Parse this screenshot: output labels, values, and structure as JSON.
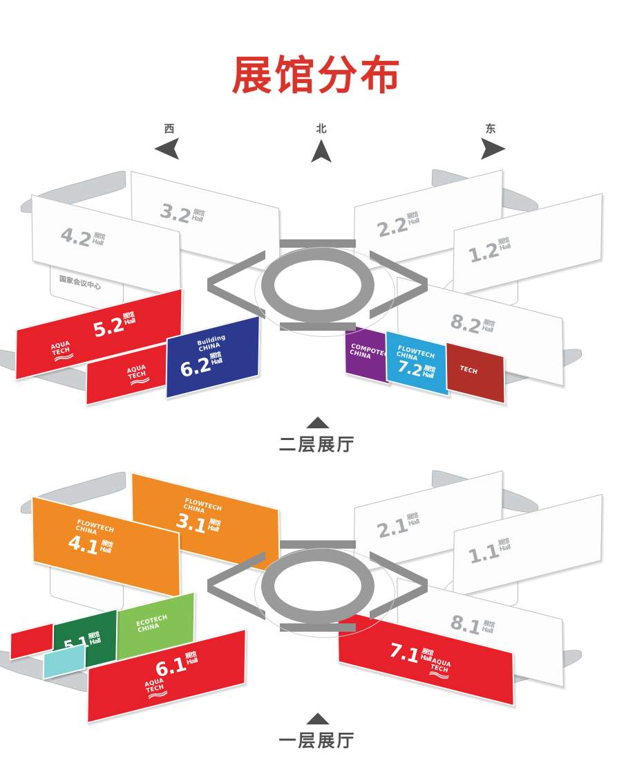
{
  "page": {
    "title": "展馆分布",
    "title_color": "#d8342c",
    "background": "#ffffff"
  },
  "compass": {
    "west": {
      "label": "西",
      "icon": "arrow-left-icon"
    },
    "north": {
      "label": "北",
      "icon": "arrow-up-icon"
    },
    "east": {
      "label": "东",
      "icon": "arrow-right-icon"
    }
  },
  "hall_suffix": {
    "cn": "展馆",
    "en": "Hall"
  },
  "landmarks": {
    "national_convention_center": "国家会议中心"
  },
  "floors": [
    {
      "id": "floor-2",
      "caption": "二层展厅",
      "caption_icon": "triangle-up-icon",
      "halls": [
        {
          "id": "3.2",
          "number": "3.2",
          "color": "#fdfdfd",
          "text_color": "#a7abae",
          "brand": "",
          "type": "plain"
        },
        {
          "id": "4.2",
          "number": "4.2",
          "color": "#fdfdfd",
          "text_color": "#a7abae",
          "brand": "",
          "type": "plain"
        },
        {
          "id": "2.2",
          "number": "2.2",
          "color": "#fdfdfd",
          "text_color": "#a7abae",
          "brand": "",
          "type": "plain"
        },
        {
          "id": "1.2",
          "number": "1.2",
          "color": "#fdfdfd",
          "text_color": "#a7abae",
          "brand": "",
          "type": "plain"
        },
        {
          "id": "8.2",
          "number": "8.2",
          "color": "#fdfdfd",
          "text_color": "#a7abae",
          "brand": "",
          "type": "plain"
        },
        {
          "id": "5.2",
          "number": "5.2",
          "color": "#e62129",
          "text_color": "#ffffff",
          "brand": "AQUA TECH",
          "brand_l1": "AQUA",
          "brand_l2": "TECH",
          "type": "brand"
        },
        {
          "id": "5.2b",
          "number": "",
          "color": "#e62129",
          "text_color": "#ffffff",
          "brand": "AQUA TECH",
          "brand_l1": "AQUA",
          "brand_l2": "TECH",
          "type": "brand"
        },
        {
          "id": "6.2",
          "number": "6.2",
          "color": "#2b3a8f",
          "text_color": "#ffffff",
          "brand": "Building China",
          "brand_l1": "Building",
          "brand_l2": "CHINA",
          "type": "brand"
        },
        {
          "id": "7.2-compotech",
          "number": "",
          "color": "#7b2a8c",
          "text_color": "#ffffff",
          "brand": "COMPOTECH CHINA",
          "brand_l1": "COMPOTECH",
          "brand_l2": "CHINA",
          "type": "brand"
        },
        {
          "id": "7.2",
          "number": "7.2",
          "color": "#2aa3d8",
          "text_color": "#ffffff",
          "brand": "FLOWTECH CHINA",
          "brand_l1": "FLOWTECH",
          "brand_l2": "CHINA",
          "type": "brand"
        },
        {
          "id": "7.2-dark",
          "number": "",
          "color": "#b03029",
          "text_color": "#ffffff",
          "brand": "TECH",
          "brand_l1": "TECH",
          "brand_l2": "",
          "type": "brand"
        }
      ]
    },
    {
      "id": "floor-1",
      "caption": "一层展厅",
      "caption_icon": "triangle-up-icon",
      "halls": [
        {
          "id": "3.1",
          "number": "3.1",
          "color": "#ef8a24",
          "text_color": "#ffffff",
          "brand": "FLOWTECH CHINA",
          "brand_l1": "FLOWTECH",
          "brand_l2": "CHINA",
          "type": "brand"
        },
        {
          "id": "4.1",
          "number": "4.1",
          "color": "#ef8a24",
          "text_color": "#ffffff",
          "brand": "FLOWTECH CHINA",
          "brand_l1": "FLOWTECH",
          "brand_l2": "CHINA",
          "type": "brand"
        },
        {
          "id": "2.1",
          "number": "2.1",
          "color": "#fdfdfd",
          "text_color": "#a7abae",
          "brand": "",
          "type": "plain"
        },
        {
          "id": "1.1",
          "number": "1.1",
          "color": "#fdfdfd",
          "text_color": "#a7abae",
          "brand": "",
          "type": "plain"
        },
        {
          "id": "8.1",
          "number": "8.1",
          "color": "#fdfdfd",
          "text_color": "#a7abae",
          "brand": "",
          "type": "plain"
        },
        {
          "id": "5.1-eco",
          "number": "",
          "color": "#85c255",
          "text_color": "#ffffff",
          "brand": "ECOTECH CHINA",
          "brand_l1": "ECOTECH",
          "brand_l2": "CHINA",
          "type": "brand"
        },
        {
          "id": "5.1",
          "number": "5.1",
          "color": "#1f7a46",
          "text_color": "#ffffff",
          "brand": "ECOTECH",
          "brand_l1": "ECOTECH",
          "brand_l2": "",
          "type": "brand"
        },
        {
          "id": "5.1-red",
          "number": "",
          "color": "#e62129",
          "text_color": "#ffffff",
          "brand": "",
          "type": "small"
        },
        {
          "id": "5.1-cyan",
          "number": "",
          "color": "#83d4d6",
          "text_color": "#ffffff",
          "brand": "",
          "type": "small"
        },
        {
          "id": "6.1",
          "number": "6.1",
          "color": "#e62129",
          "text_color": "#ffffff",
          "brand": "AQUA TECH",
          "brand_l1": "AQUA",
          "brand_l2": "TECH",
          "type": "brand"
        },
        {
          "id": "7.1",
          "number": "7.1",
          "color": "#e62129",
          "text_color": "#ffffff",
          "brand": "AQUA TECH",
          "brand_l1": "AQUA",
          "brand_l2": "TECH",
          "type": "brand"
        }
      ]
    }
  ]
}
